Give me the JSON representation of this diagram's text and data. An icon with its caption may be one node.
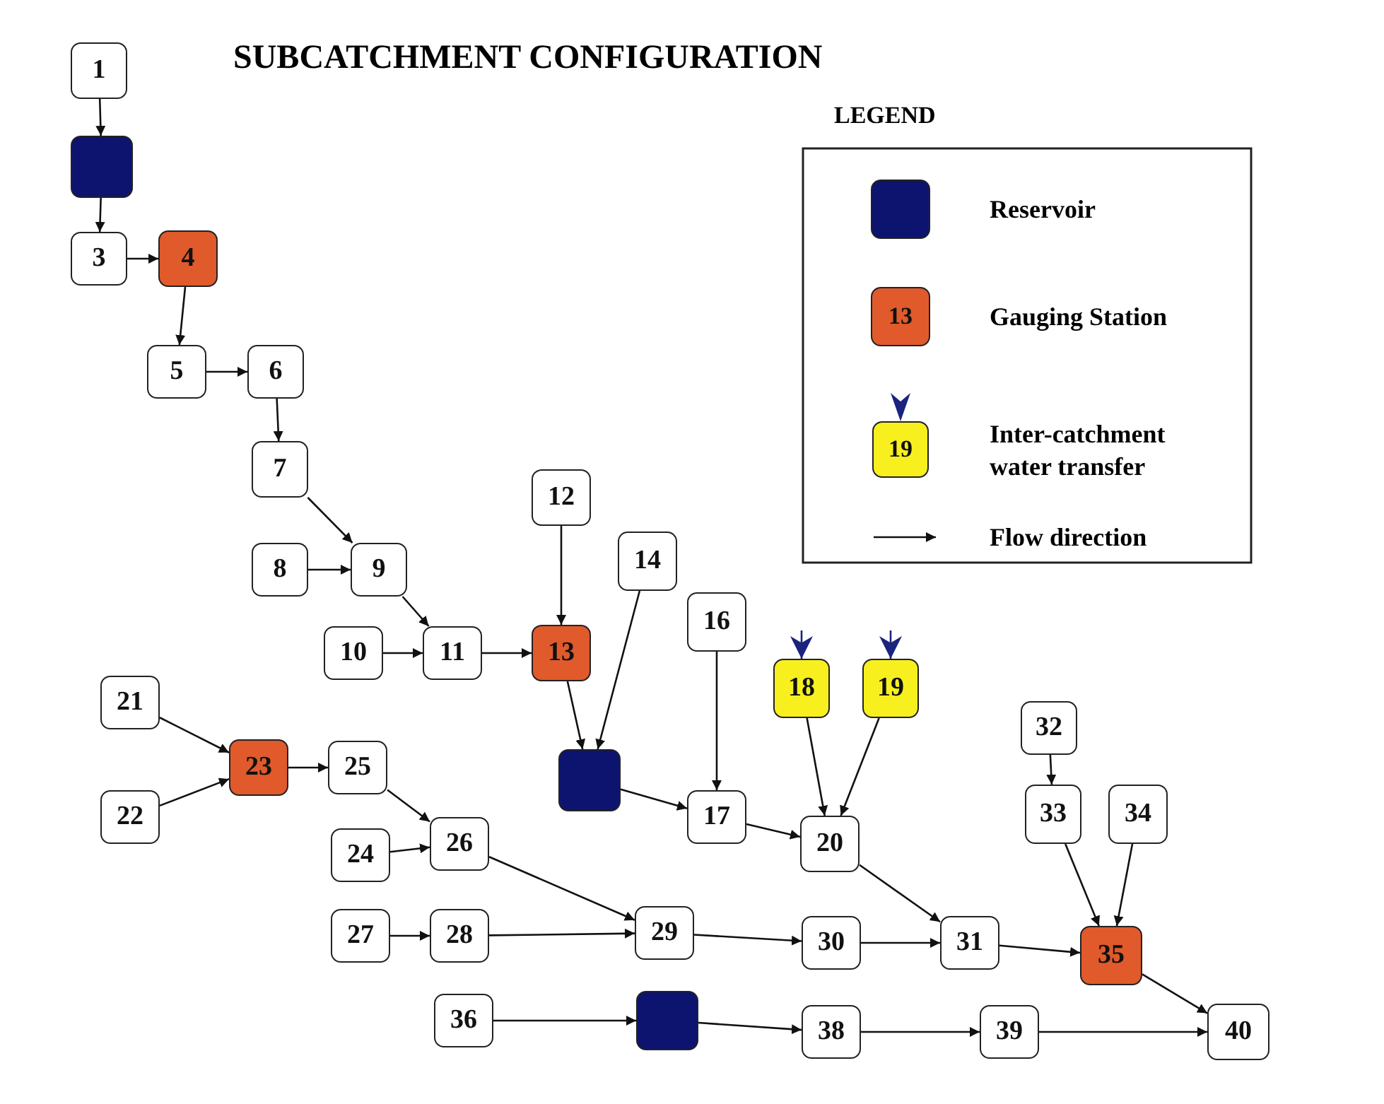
{
  "diagram": {
    "title": "SUBCATCHMENT CONFIGURATION",
    "nodes": [
      {
        "text": [
          "1"
        ]
      },
      {
        "text": [],
        "shape": "box"
      },
      {
        "text": [
          "3"
        ]
      },
      {
        "text": [
          "4"
        ]
      },
      {
        "text": [
          "5"
        ]
      },
      {
        "text": [
          "6"
        ]
      },
      {
        "text": [
          "7"
        ]
      },
      {
        "text": [
          "8"
        ]
      },
      {
        "text": [
          "9"
        ]
      },
      {
        "text": [
          "10"
        ]
      },
      {
        "text": [
          "11"
        ]
      },
      {
        "text": [
          "12"
        ]
      },
      {
        "text": [
          "13"
        ]
      },
      {
        "text": [
          "14"
        ]
      },
      {
        "text": [],
        "shape": "box"
      },
      {
        "text": [
          "16"
        ]
      },
      {
        "text": [
          "17"
        ]
      },
      {
        "text": [
          "18"
        ]
      },
      {
        "text": [
          "19"
        ]
      },
      {
        "text": [
          "20"
        ]
      },
      {
        "text": [
          "21"
        ]
      },
      {
        "text": [
          "22"
        ]
      },
      {
        "text": [
          "23"
        ]
      },
      {
        "text": [
          "24"
        ]
      },
      {
        "text": [
          "25"
        ]
      },
      {
        "text": [
          "26"
        ]
      },
      {
        "text": [
          "27"
        ]
      },
      {
        "text": [
          "28"
        ]
      },
      {
        "text": [
          "29"
        ]
      },
      {
        "text": [
          "30"
        ]
      },
      {
        "text": [
          "31"
        ]
      },
      {
        "text": [
          "32"
        ]
      },
      {
        "text": [
          "33"
        ]
      },
      {
        "text": [
          "34"
        ]
      },
      {
        "text": [
          "35"
        ]
      },
      {
        "text": [
          "36"
        ]
      },
      {
        "text": [],
        "shape": "box"
      },
      {
        "text": [
          "38"
        ]
      },
      {
        "text": [
          "39"
        ]
      },
      {
        "text": [
          "40"
        ]
      }
    ],
    "edges": [
      {
        "from": 0,
        "to": 1,
        "arrow": "to"
      },
      {
        "from": 1,
        "to": 2,
        "arrow": "to"
      },
      {
        "from": 2,
        "to": 3,
        "arrow": "to"
      },
      {
        "from": 3,
        "to": 4,
        "arrow": "to"
      },
      {
        "from": 4,
        "to": 5,
        "arrow": "to"
      },
      {
        "from": 5,
        "to": 6,
        "arrow": "to"
      },
      {
        "from": 6,
        "to": 8,
        "arrow": "to"
      },
      {
        "from": 7,
        "to": 8,
        "arrow": "to"
      },
      {
        "from": 8,
        "to": 10,
        "arrow": "to"
      },
      {
        "from": 9,
        "to": 10,
        "arrow": "to"
      },
      {
        "from": 10,
        "to": 12,
        "arrow": "to"
      },
      {
        "from": 11,
        "to": 12,
        "arrow": "to"
      },
      {
        "from": 12,
        "to": 14,
        "arrow": "to"
      },
      {
        "from": 13,
        "to": 14,
        "arrow": "to"
      },
      {
        "from": 14,
        "to": 16,
        "arrow": "to"
      },
      {
        "from": 15,
        "to": 16,
        "arrow": "to"
      },
      {
        "from": 16,
        "to": 19,
        "arrow": "to"
      },
      {
        "from": null,
        "to": 17,
        "arrow": "to",
        "color": "#1a237e"
      },
      {
        "from": null,
        "to": 18,
        "arrow": "to",
        "color": "#1a237e"
      },
      {
        "from": 17,
        "to": 19,
        "arrow": "to"
      },
      {
        "from": 18,
        "to": 19,
        "arrow": "to"
      },
      {
        "from": 19,
        "to": 30,
        "arrow": "to"
      },
      {
        "from": 20,
        "to": 22,
        "arrow": "to"
      },
      {
        "from": 21,
        "to": 22,
        "arrow": "to"
      },
      {
        "from": 22,
        "to": 24,
        "arrow": "to"
      },
      {
        "from": 24,
        "to": 25,
        "arrow": "to"
      },
      {
        "from": 23,
        "to": 25,
        "arrow": "to"
      },
      {
        "from": 25,
        "to": 28,
        "arrow": "to"
      },
      {
        "from": 26,
        "to": 27,
        "arrow": "to"
      },
      {
        "from": 27,
        "to": 28,
        "arrow": "to"
      },
      {
        "from": 28,
        "to": 29,
        "arrow": "to"
      },
      {
        "from": 29,
        "to": 30,
        "arrow": "to"
      },
      {
        "from": 30,
        "to": 34,
        "arrow": "to"
      },
      {
        "from": 31,
        "to": 32,
        "arrow": "to"
      },
      {
        "from": 32,
        "to": 34,
        "arrow": "to"
      },
      {
        "from": 33,
        "to": 34,
        "arrow": "to"
      },
      {
        "from": 34,
        "to": 39,
        "arrow": "to"
      },
      {
        "from": 35,
        "to": 36,
        "arrow": "to"
      },
      {
        "from": 36,
        "to": 37,
        "arrow": "to"
      },
      {
        "from": 37,
        "to": 38,
        "arrow": "to"
      },
      {
        "from": 38,
        "to": 39,
        "arrow": "to"
      }
    ],
    "labels": [
      "LEGEND",
      "13",
      "19"
    ],
    "legend": [
      {
        "text": "Reservoir",
        "color": "#0d1470"
      },
      {
        "text": "Gauging Station",
        "color": "#e05a2b"
      },
      {
        "text": "Inter-catchment water transfer"
      },
      {
        "text": "Flow direction"
      }
    ]
  }
}
